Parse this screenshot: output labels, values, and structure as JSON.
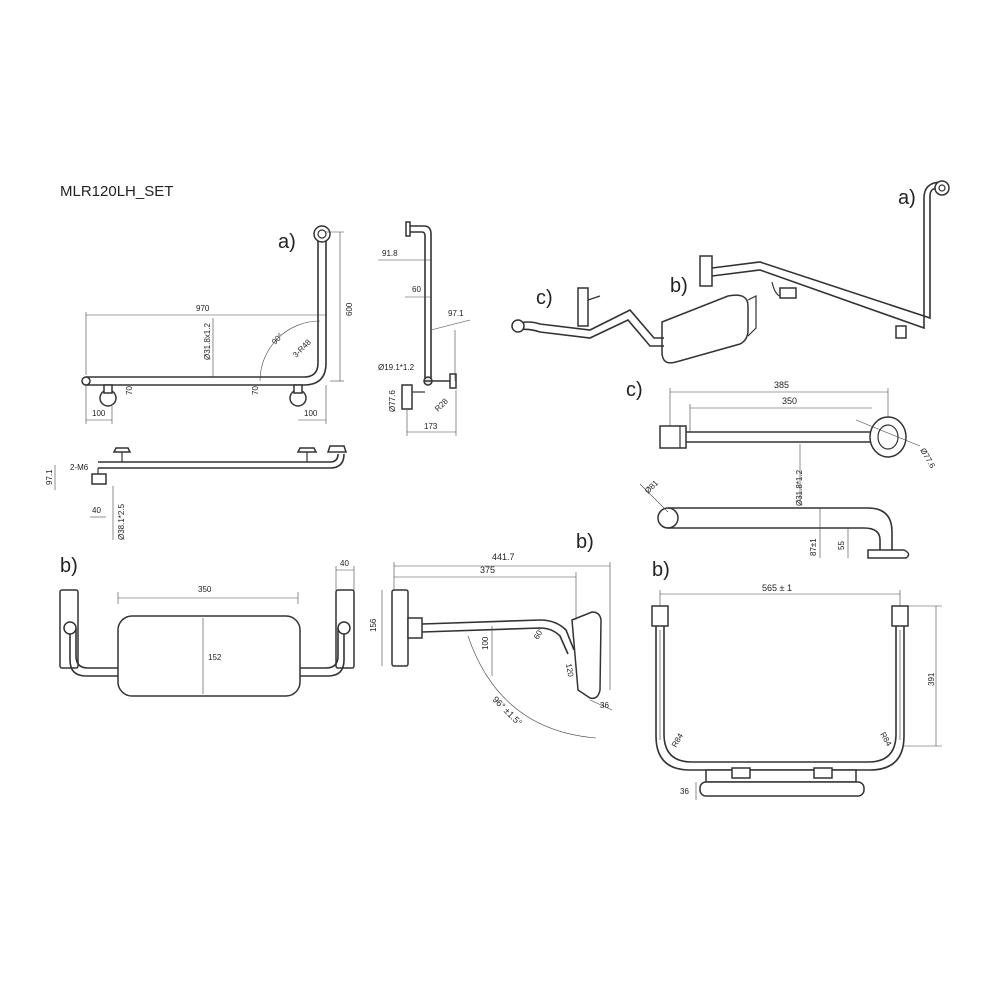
{
  "title": "MLR120LH_SET",
  "labels": {
    "a": "a)",
    "b": "b)",
    "c": "c)"
  },
  "dims": {
    "a_front_width": "970",
    "a_front_height": "600",
    "a_tube": "Ø31.8x1.2",
    "a_angle": "90°",
    "a_radius": "3-R48",
    "a_offset_70": "70",
    "a_offset_70b": "70",
    "a_100_left": "100",
    "a_100_right": "100",
    "a_side_91": "91.8",
    "a_side_60": "60",
    "a_side_97": "97.1",
    "a_side_tube": "Ø19.1*1.2",
    "a_side_flange": "Ø77.6",
    "a_side_r28": "R28",
    "a_side_173": "173",
    "a_top_97": "97.1",
    "a_top_m6": "2-M6",
    "a_top_40": "40",
    "a_top_tube": "Ø38.1*2.5",
    "b_front_350": "350",
    "b_front_152": "152",
    "b_front_40": "40",
    "b_side_441": "441.7",
    "b_side_375": "375",
    "b_side_156": "156",
    "b_side_100": "100",
    "b_side_60": "60°",
    "b_side_120": "120",
    "b_side_96": "96° ±1.5°",
    "b_side_36": "36",
    "c_top_385": "385",
    "c_top_350": "350",
    "c_top_flange": "Ø77.6",
    "c_top_tube": "Ø31.8*1.2",
    "c_side_81": "Ø81",
    "c_side_87": "87±1",
    "c_side_55": "55",
    "b2_width": "565 ± 1",
    "b2_height": "391",
    "b2_r84_left": "R84",
    "b2_r84_right": "R84",
    "b2_36": "36"
  }
}
